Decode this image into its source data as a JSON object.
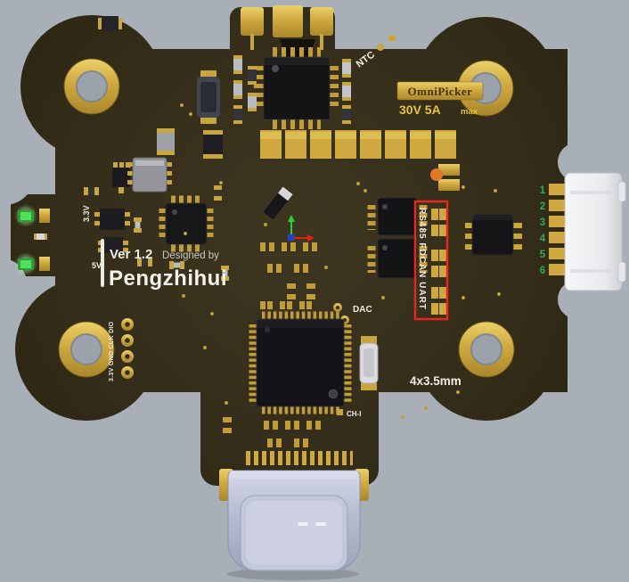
{
  "board": {
    "silkscreen": {
      "version": "Ver 1.2",
      "designed_by": "Designed by",
      "author": "Pengzhihui",
      "ntc": "NTC",
      "omnipicker": "OmniPicker",
      "rating": "30V 5A",
      "rating_suffix": "max",
      "v33": "3.3V",
      "v5": "5V",
      "dac": "DAC",
      "ch_i": "CH-I",
      "mount_size": "4x3.5mm",
      "debug_pins": "3.3V GND CLK DIO",
      "interfaces": "RS485 FDCAN UART"
    },
    "connector_pins": [
      "1",
      "2",
      "3",
      "4",
      "5",
      "6"
    ],
    "colors": {
      "background": "#a8afb7",
      "board": "#352e1a",
      "gold": "#c9a53e",
      "silkscreen_white": "#efede5",
      "annotation_red": "#e8271c",
      "led_green": "#52e05c",
      "pin_number_green": "#2fae4e",
      "rating_yellow": "#eac33b",
      "badge_gold": "#d6b54a",
      "usb_shell": "#b9bdd2",
      "white_connector": "#ededee",
      "orange_dot": "#e07a28"
    }
  }
}
